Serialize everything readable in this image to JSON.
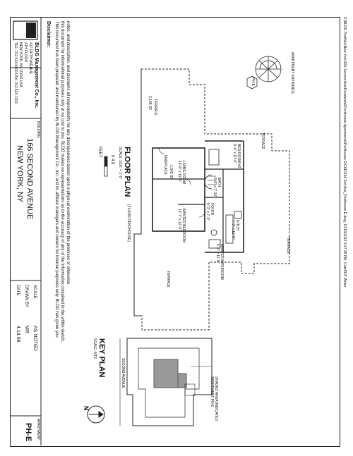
{
  "header": {
    "path": "Z:\\BLDG Portfolio\\New York\\166 Second Ave\\Residential\\Penthouse Apartments\\Penthouse E\\CAD\\166 2nd Ave_Penthouse E.dwg, 10/18/2012 3:47:28 PM, CutePDF Writer"
  },
  "company": {
    "logo": "BLDG",
    "name": "BLDG Management Co., Inc.",
    "address1": "417 FIFTH AVENUE",
    "address2": "4TH FLOOR",
    "address3": "NEW YORK, NY 10016 USA",
    "phone": "TEL: 212.524.6800   FAX: 212.524.7209"
  },
  "disclaimer": {
    "title": "Disclaimer:",
    "lines": [
      "This document has been prepared and maintained by BLDG Management Co., Inc. and its affiliate managers and owners for internal purposes only. BLDG has given you",
      "this document for informational purposes only at no cost to you. BLDG makes no representations as to the accuracy of any of the information contained in the within sketch,",
      "notes, and description, and disclaims all responsibility for any discrepancies based upon a physical examination of the premises or otherwise."
    ]
  },
  "building": {
    "label": "BUILDING",
    "address": "166 SECOND AVENUE",
    "city": "NEW YORK, NY"
  },
  "meta": {
    "scale_label": "SCALE",
    "scale_value": "AS NOTED",
    "drawn_label": "DRAWN BY",
    "drawn_value": "MR",
    "date_label": "DATE",
    "date_value": "4.14.08"
  },
  "apartment": {
    "label": "APARTMENT:",
    "value": "PH-E"
  },
  "floor_plan": {
    "title": "FLOOR PLAN",
    "subtitle": "(FLOOR PENTHOUSE)",
    "scale": "SCALE: 1/16\" = 1'-0\"",
    "bar_numbers": "0     4     8",
    "bar_unit": "FEET",
    "apartment_entrance": "APARTMENT ENTRANCE",
    "phe_tag": "PH-E",
    "rooms": {
      "terrace_1": "TERRACE",
      "terrace_1_area": "2,195 SF",
      "terrace_2": "TERRACE",
      "terrace_3": "TERRACE",
      "terrace_4": "TERRACE",
      "bedroom": "BED-ROOM #2",
      "bedroom_size": "9'-4\" x 10'-0\"",
      "fireplace": "FIREPLACE",
      "living": "LIVING ROOM",
      "living_size": "16'-8\" x 19'-1\"",
      "living_area": "1,345 SF",
      "bath": "BATH",
      "bath_size": "5'-5\" x 7'-10\"",
      "foyer": "FOYER",
      "foyer_size": "5'-0\" x 7'-9\"",
      "master_bed": "MASTER BEDROOM",
      "master_bed_size": "12'-7\" x 12'-9\"",
      "kitchen": "KITCH",
      "kitchen_size": "7'-0\" x 11'-6\"",
      "master_bath": "MASTER BATHROOM",
      "master_bath_size": "5'-0\" x 11'-0\""
    }
  },
  "key_plan": {
    "title": "KEY PLAN",
    "scale": "SCALE: NTS",
    "street": "SECOND AVENUE",
    "note1": "SHADED AREA INDICATES",
    "note2": "APARTMENT PH-E",
    "north": "N"
  }
}
